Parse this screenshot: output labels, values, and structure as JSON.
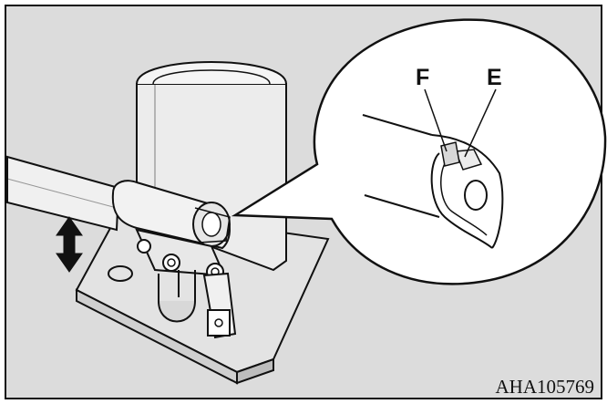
{
  "figure": {
    "labels": {
      "f": "F",
      "e": "E"
    },
    "code": "AHA105769"
  },
  "colors": {
    "background_panel": "#dcdcdc",
    "line": "#111111",
    "paper": "#ffffff"
  }
}
